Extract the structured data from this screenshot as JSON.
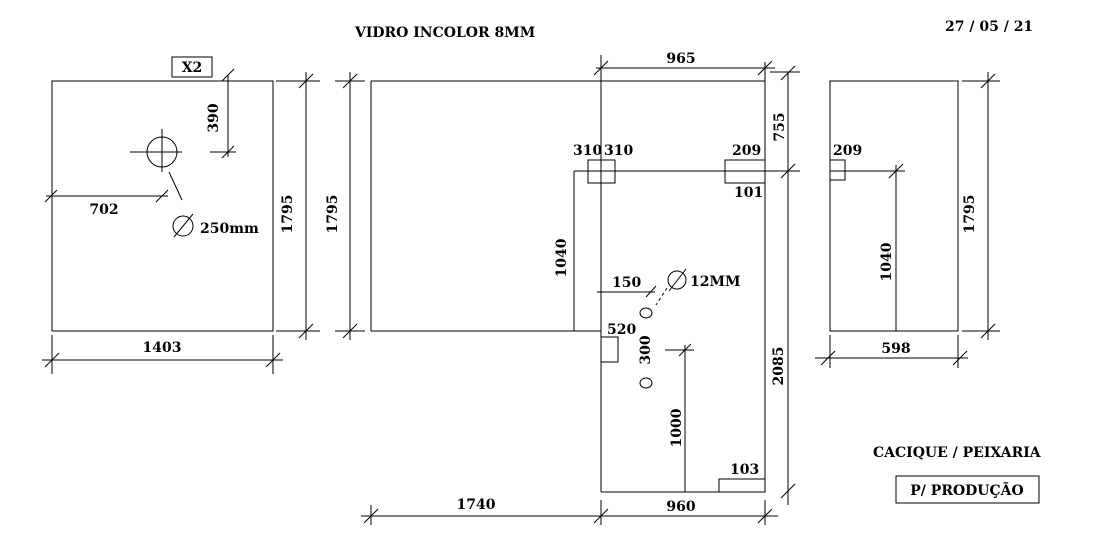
{
  "header": {
    "title": "VIDRO INCOLOR 8MM",
    "date": "27 / 05 / 21"
  },
  "piece_left": {
    "qty": "X2",
    "width": "1403",
    "height": "1795",
    "hole_top": "390",
    "hole_left": "702",
    "hole_dia": "250mm"
  },
  "piece_center": {
    "top_width": "965",
    "top_height": "755",
    "left_height": "1795",
    "notch_a": "310",
    "notch_b": "310",
    "notch_c": "209",
    "notch_d": "101",
    "inner_height": "1040",
    "hole_offset": "150",
    "hole_dia": "12MM",
    "notch_e": "520",
    "hole_spacing": "300",
    "hole_bottom": "1000",
    "total_height": "2085",
    "bottom_notch": "103",
    "bottom_left": "1740",
    "bottom_width": "960"
  },
  "piece_right": {
    "notch": "209",
    "inner_height": "1040",
    "height": "1795",
    "width": "598"
  },
  "footer": {
    "client": "CACIQUE / PEIXARIA",
    "purpose": "P/ PRODUÇÃO"
  }
}
